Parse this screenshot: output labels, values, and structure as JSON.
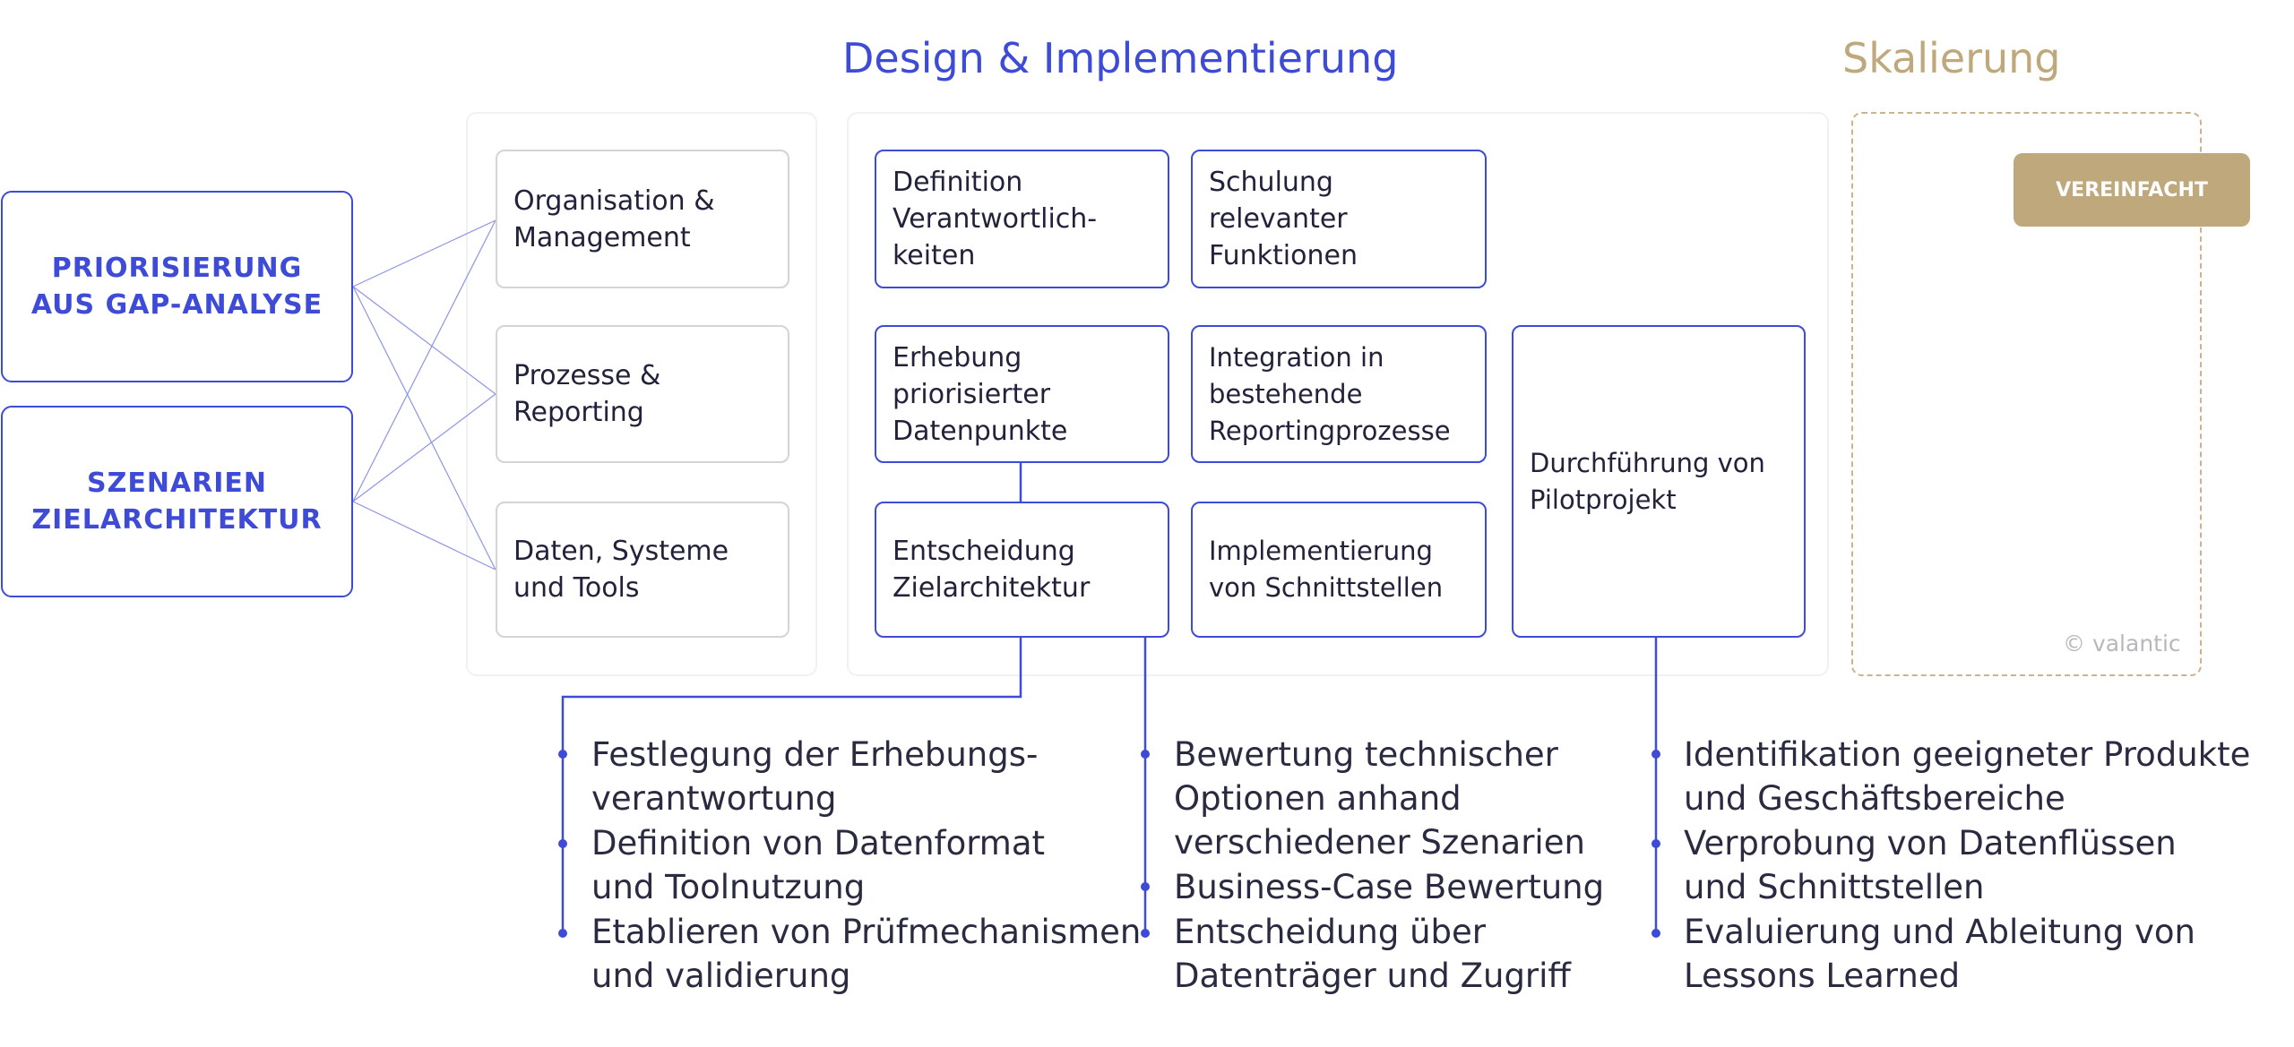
{
  "headers": {
    "design": "Design & Implementierung",
    "scaling": "Skalierung"
  },
  "inputs": [
    "PRIORISIERUNG AUS GAP-ANALYSE",
    "SZENARIEN ZIELARCHITEKTUR"
  ],
  "dimensions": [
    "Organisation & Management",
    "Prozesse & Reporting",
    "Daten, Systeme und Tools"
  ],
  "steps": {
    "definition": "Definition Verantwortlich-keiten",
    "schulung": "Schulung relevanter Funktionen",
    "erhebung": "Erhebung priorisierter Datenpunkte",
    "integration": "Integration in bestehende Reportingprozesse",
    "entscheidung": "Entscheidung Zielarchitektur",
    "implementierung": "Implementierung von Schnittstellen",
    "pilot": "Durchführung von Pilotprojekt"
  },
  "scaling": {
    "button": "VEREINFACHT",
    "copyright": "© valantic"
  },
  "details": {
    "col1": [
      "Festlegung der Erhebungs-verantwortung",
      "Definition von Datenformat und Toolnutzung",
      "Etablieren von Prüfmechanismen und validierung"
    ],
    "col2": [
      "Bewertung technischer Optionen anhand verschiedener Szenarien",
      "Business-Case Bewertung",
      "Entscheidung über Datenträger und Zugriff"
    ],
    "col3": [
      "Identifikation geeigneter Produkte und Geschäftsbereiche",
      "Verprobung von Datenflüssen und Schnittstellen",
      "Evaluierung und Ableitung von Lessons Learned"
    ]
  },
  "colors": {
    "blue": "#3d4bd6",
    "gold": "#bfa87c"
  }
}
